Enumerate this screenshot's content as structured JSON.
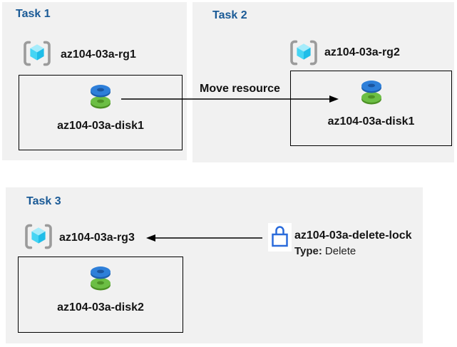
{
  "tasks": [
    {
      "title": "Task 1",
      "resource_group": "az104-03a-rg1",
      "resource": "az104-03a-disk1"
    },
    {
      "title": "Task 2",
      "resource_group": "az104-03a-rg2",
      "resource": "az104-03a-disk1"
    },
    {
      "title": "Task 3",
      "resource_group": "az104-03a-rg3",
      "resource": "az104-03a-disk2"
    }
  ],
  "move_arrow": {
    "label": "Move resource"
  },
  "lock": {
    "name": "az104-03a-delete-lock",
    "type_label": "Type:",
    "type_value": "Delete"
  },
  "icons": {
    "resource_group": "resource-group-icon",
    "disk": "disk-icon",
    "lock": "lock-icon",
    "move_arrow": "arrow-right-icon",
    "lock_arrow": "arrow-left-icon"
  },
  "colors": {
    "panel_bg": "#f1f1f1",
    "title_blue": "#1a5a96",
    "box_border": "#000000",
    "bracket_gray": "#9b9b9b",
    "cube_top": "#a6ecfb",
    "cube_left": "#45d5f4",
    "cube_right": "#1fbde8",
    "disk_blue_top": "#2e7fd9",
    "disk_blue_side": "#1d5fae",
    "disk_green_top": "#6cbe44",
    "disk_green_side": "#4c9125",
    "lock_blue": "#2a6bdb"
  }
}
